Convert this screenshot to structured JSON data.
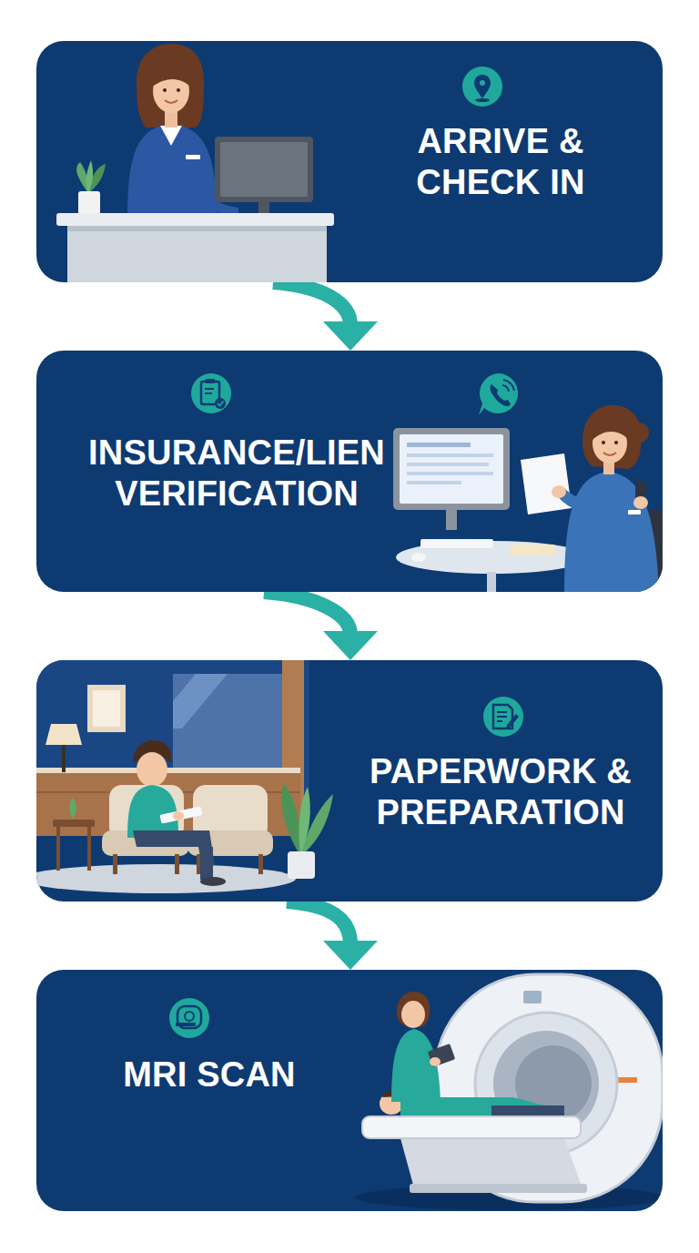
{
  "diagram": {
    "nodes": [
      {
        "text": [
          "ARRIVE & CHECK IN"
        ]
      },
      {
        "text": [
          "INSURANCE/LIEN VERIFICATION"
        ]
      },
      {
        "text": [
          "PAPERWORK & PREPARATION"
        ]
      },
      {
        "text": [
          "MRI SCAN"
        ]
      }
    ],
    "edges": [
      {
        "from": 0,
        "to": 1,
        "arrow": "to"
      },
      {
        "from": 1,
        "to": 2,
        "arrow": "to"
      },
      {
        "from": 2,
        "to": 3,
        "arrow": "to"
      }
    ]
  }
}
